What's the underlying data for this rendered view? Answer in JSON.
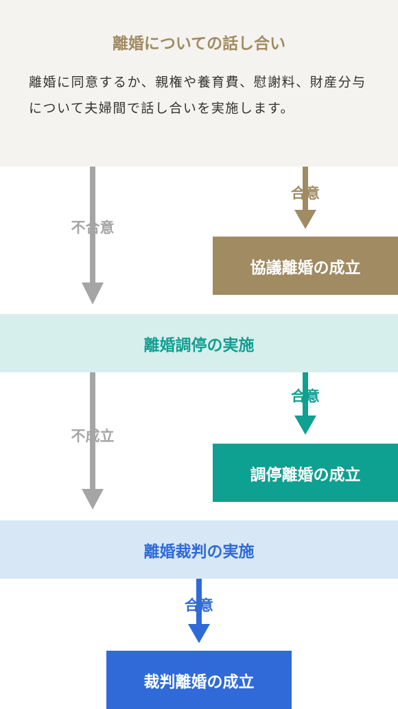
{
  "stage1": {
    "title": "離婚についての話し合い",
    "description": "離婚に同意するか、親権や養育費、慰謝料、財産分与について夫婦間で話し合いを実施します。"
  },
  "result1": {
    "label": "協議離婚の成立"
  },
  "stage2": {
    "title": "離婚調停の実施"
  },
  "result2": {
    "label": "調停離婚の成立"
  },
  "stage3": {
    "title": "離婚裁判の実施"
  },
  "result3": {
    "label": "裁判離婚の成立"
  },
  "arrows": {
    "agree_1": "合意",
    "disagree_1": "不合意",
    "agree_2": "合意",
    "fail_2": "不成立",
    "agree_3": "合意"
  },
  "colors": {
    "tan": "#a08b62",
    "teal": "#0ea091",
    "blue": "#2f6ad8",
    "gray": "#a5a5a5"
  }
}
